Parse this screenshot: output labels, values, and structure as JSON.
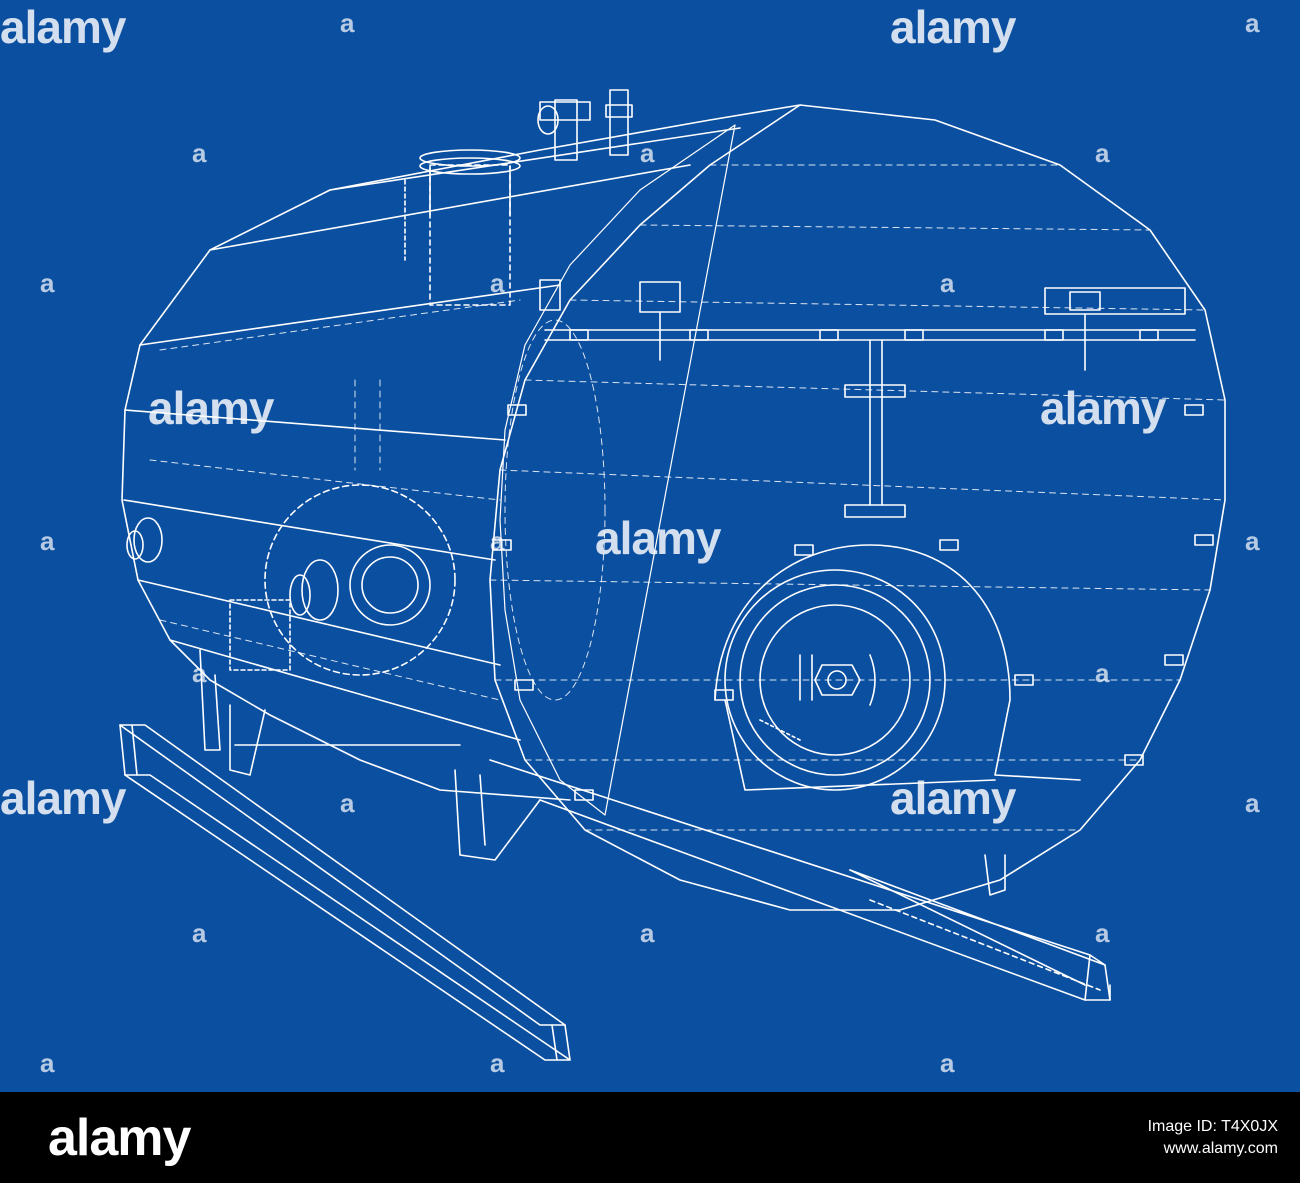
{
  "watermark": {
    "brand": "alamy"
  },
  "footer": {
    "logo": "alamy",
    "image_id_label": "Image ID: T4X0JX",
    "site": "www.alamy.com"
  },
  "colors": {
    "background": "#0b4fa0",
    "line": "#ffffff",
    "footer": "#000000"
  },
  "illustration": {
    "subject": "boiler-wireframe"
  }
}
